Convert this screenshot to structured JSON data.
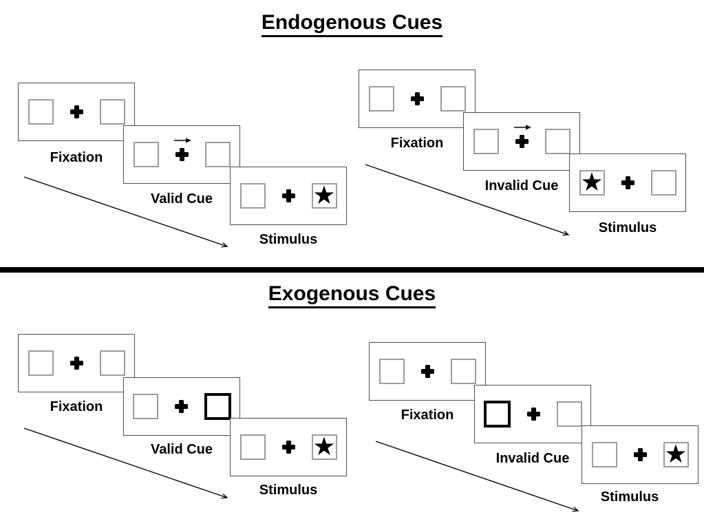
{
  "titles": {
    "endogenous": "Endogenous Cues",
    "exogenous": "Exogenous Cues"
  },
  "glyphs": {
    "star": "★"
  },
  "colors": {
    "ink": "#000000",
    "panel_border": "#4a4a4a",
    "placeholder_box_border": "#9b9b9b",
    "cue_box_border": "#000000",
    "background": "#ffffff"
  },
  "sequences": [
    {
      "name": "endogenous-valid",
      "section": "endogenous",
      "cue_style": "central-arrow-pointing-right",
      "star_side": "right",
      "panel_labels": [
        "Fixation",
        "Valid Cue",
        "Stimulus"
      ]
    },
    {
      "name": "endogenous-invalid",
      "section": "endogenous",
      "cue_style": "central-arrow-pointing-right",
      "star_side": "left",
      "panel_labels": [
        "Fixation",
        "Invalid Cue",
        "Stimulus"
      ]
    },
    {
      "name": "exogenous-valid",
      "section": "exogenous",
      "cue_style": "thickened-box-right",
      "star_side": "right",
      "panel_labels": [
        "Fixation",
        "Valid Cue",
        "Stimulus"
      ]
    },
    {
      "name": "exogenous-invalid",
      "section": "exogenous",
      "cue_style": "thickened-box-left",
      "star_side": "right",
      "panel_labels": [
        "Fixation",
        "Invalid Cue",
        "Stimulus"
      ]
    }
  ]
}
